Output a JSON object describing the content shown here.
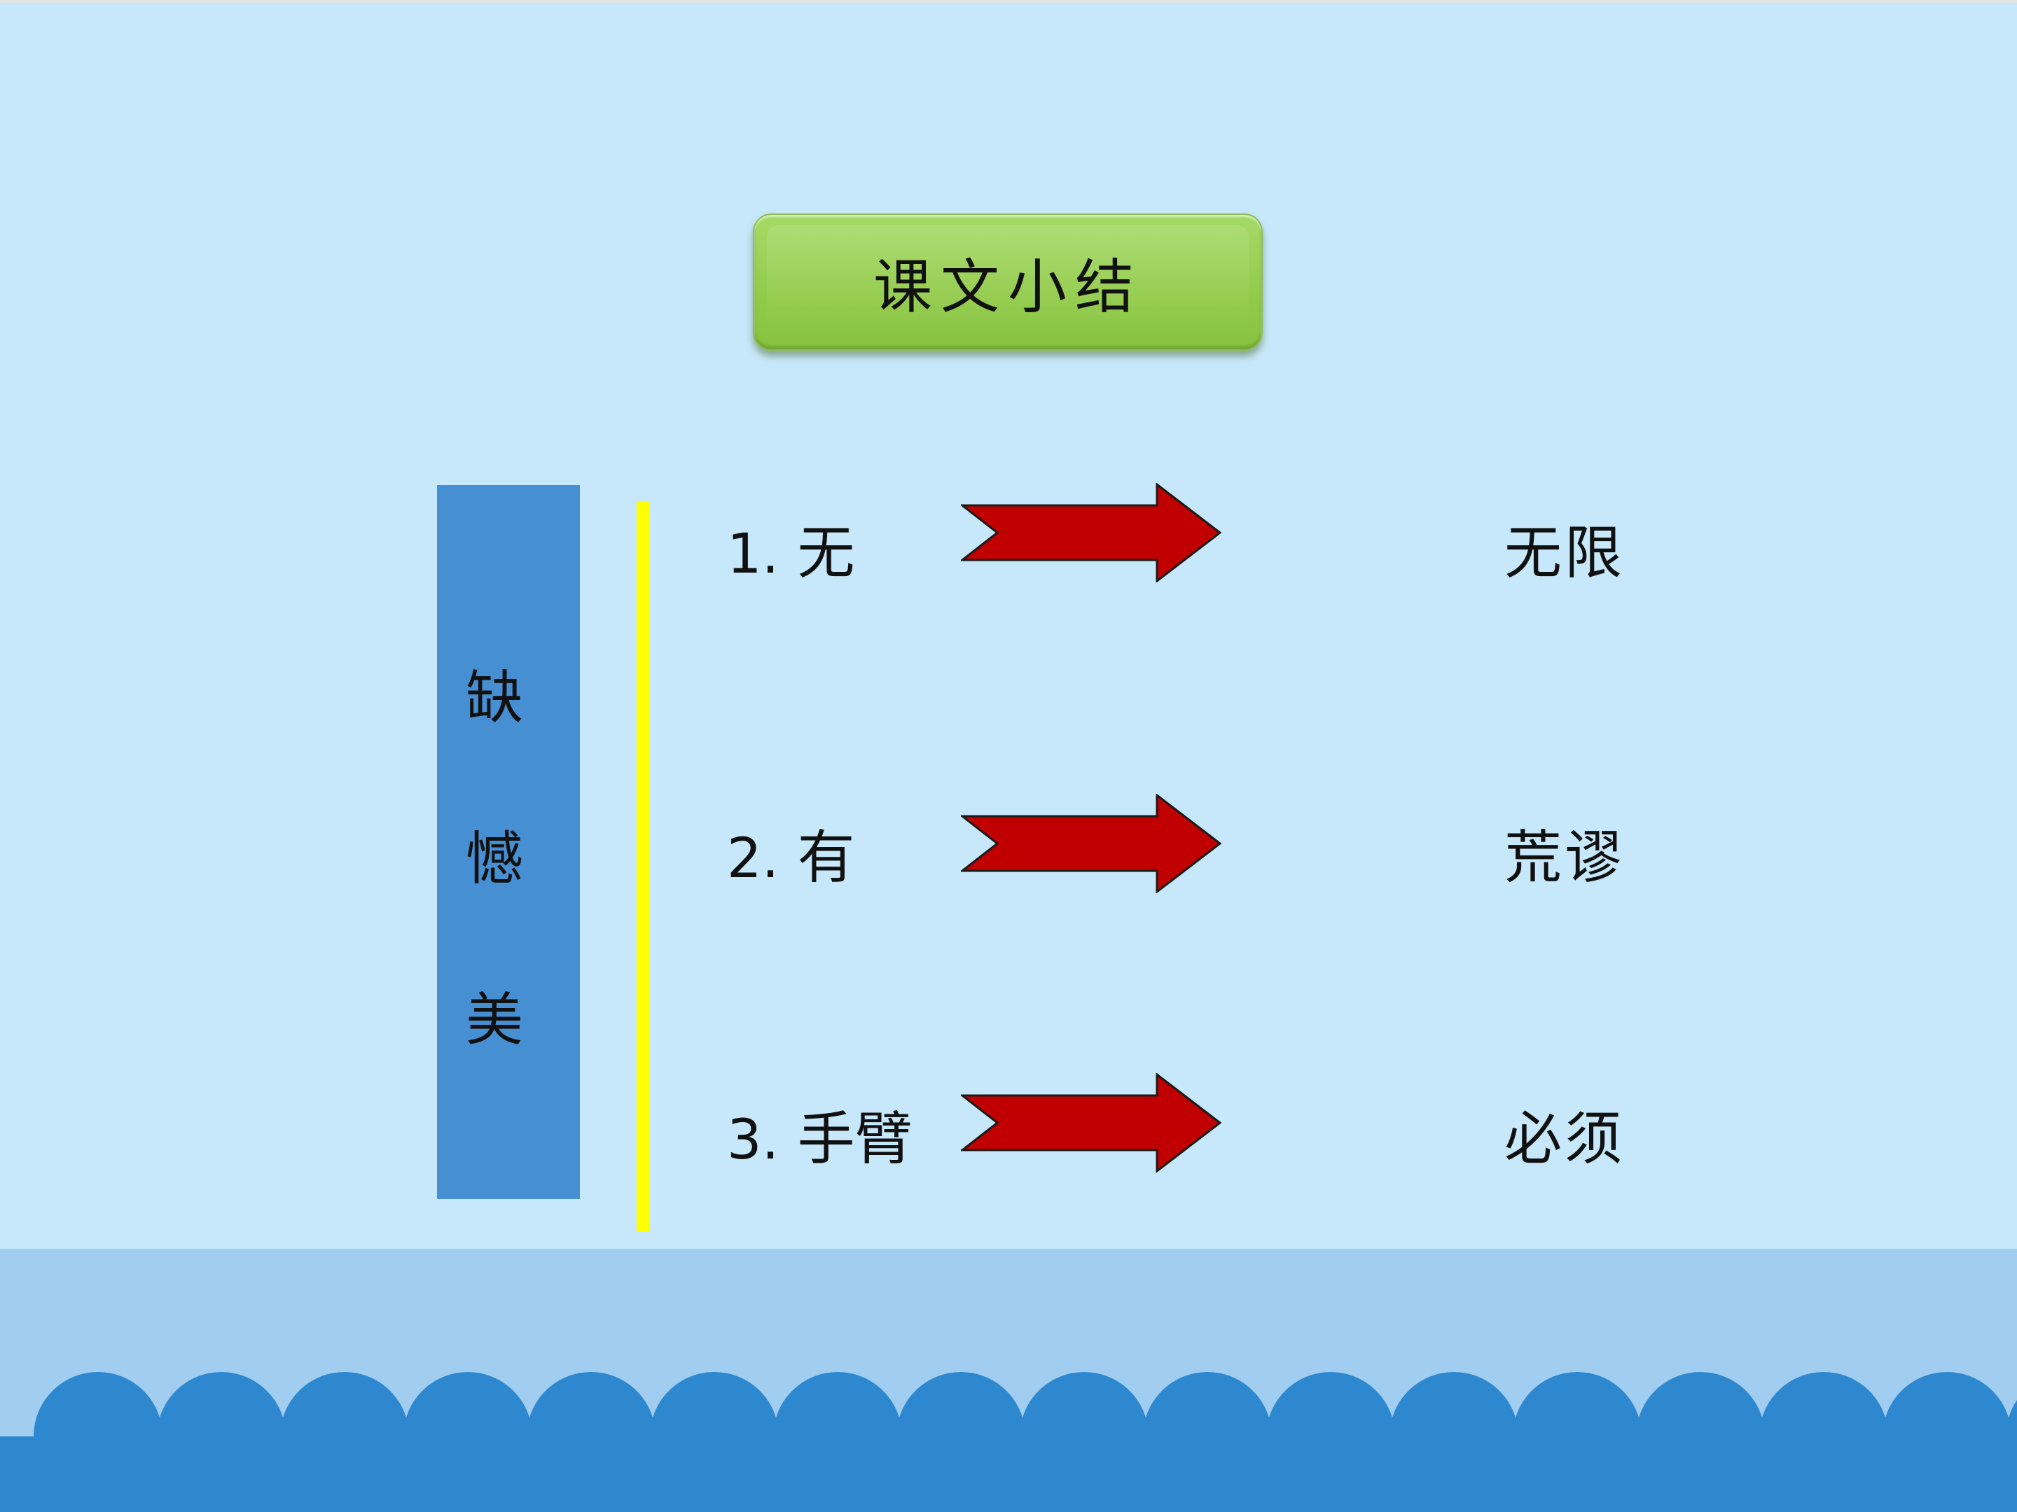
{
  "title": "课文小结",
  "left_box": [
    "缺",
    "憾",
    "美"
  ],
  "items": [
    {
      "label": "1.",
      "word": "无",
      "result": "无限"
    },
    {
      "label": "2.",
      "word": "有",
      "result": "荒谬"
    },
    {
      "label": "3.",
      "word": "手臂",
      "result": "必须"
    }
  ],
  "colors": {
    "background": "#c7e8fa",
    "title_button": "#94cd4e",
    "left_box": "#478fd3",
    "divider": "#ffff00",
    "arrow": "#c00000",
    "wave": "#2e88d0"
  },
  "icons": [
    "right-arrow-icon"
  ]
}
